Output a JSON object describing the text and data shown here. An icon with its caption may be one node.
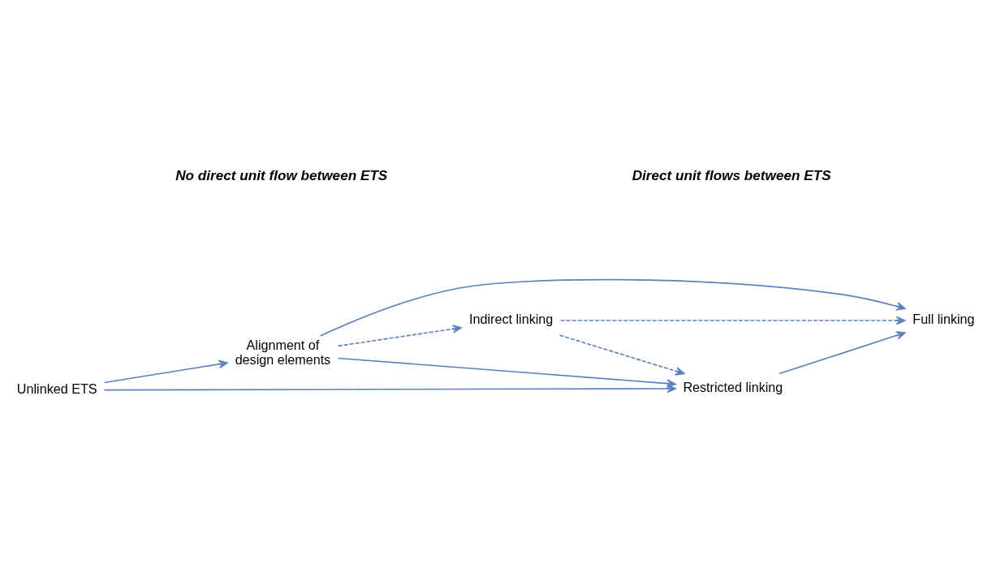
{
  "diagram": {
    "nodes": [
      {
        "text": [
          "Unlinked ETS"
        ]
      },
      {
        "text": [
          "Alignment of design elements"
        ]
      },
      {
        "text": [
          "Restricted linking"
        ]
      },
      {
        "text": [
          "Full linking"
        ]
      },
      {
        "text": [
          "Indirect linking"
        ]
      }
    ],
    "edges": [
      {
        "from": 0,
        "to": 2,
        "arrow": "to"
      },
      {
        "from": 0,
        "to": 1,
        "arrow": "to"
      },
      {
        "from": 1,
        "to": 2,
        "arrow": "to"
      },
      {
        "from": 1,
        "to": 3,
        "arrow": "to"
      },
      {
        "from": 2,
        "to": 3,
        "arrow": "to"
      },
      {
        "from": 1,
        "to": 4,
        "arrow": "to",
        "style": "dashed"
      },
      {
        "from": 4,
        "to": 2,
        "arrow": "to",
        "style": "dashed"
      },
      {
        "from": 4,
        "to": 3,
        "arrow": "to",
        "style": "dashed"
      }
    ],
    "labels": [
      "No direct unit flow between ETS",
      "Direct unit flows between ETS"
    ]
  }
}
